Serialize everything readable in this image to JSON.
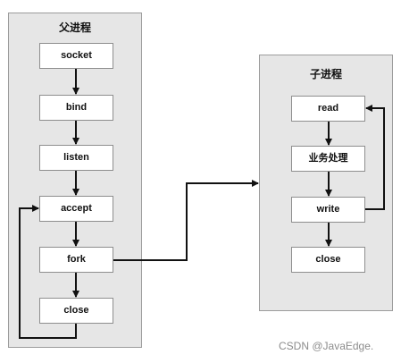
{
  "parent": {
    "title": "父进程",
    "nodes": [
      "socket",
      "bind",
      "listen",
      "accept",
      "fork",
      "close"
    ]
  },
  "child": {
    "title": "子进程",
    "nodes": [
      "read",
      "业务处理",
      "write",
      "close"
    ]
  },
  "watermark": "CSDN @JavaEdge."
}
